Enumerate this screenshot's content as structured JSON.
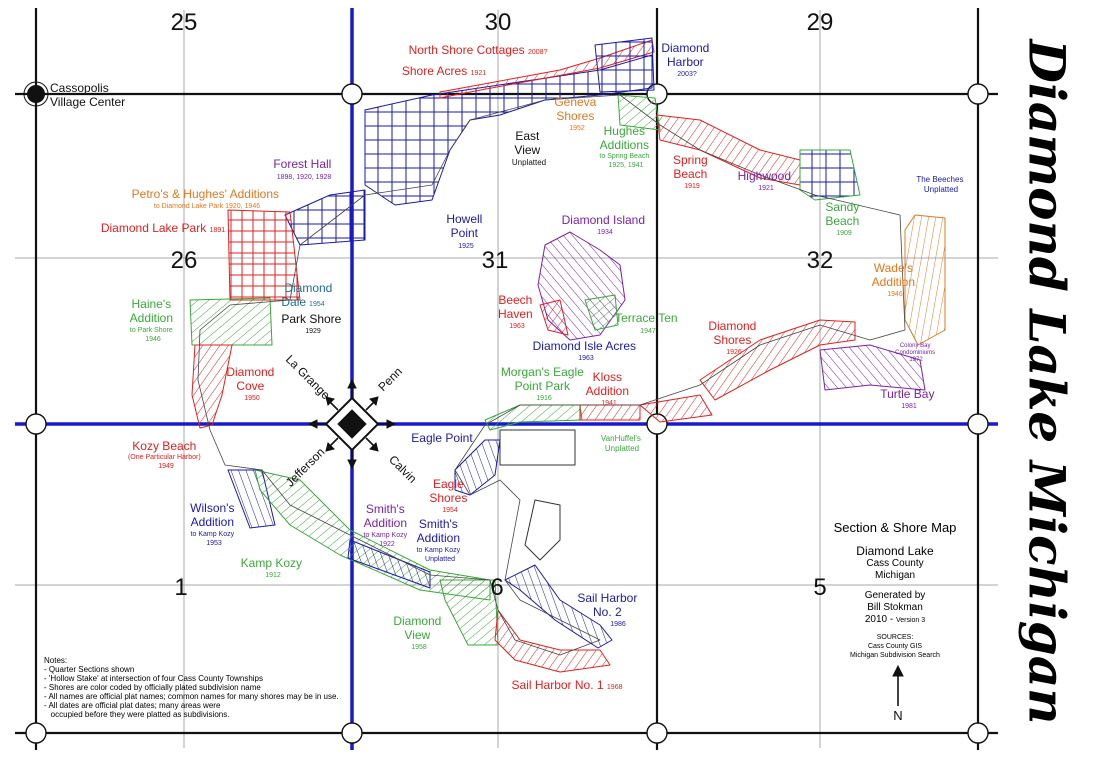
{
  "title": "Diamond Lake Michigan",
  "sections": [
    "25",
    "30",
    "29",
    "26",
    "31",
    "32",
    "1",
    "6",
    "5"
  ],
  "cassopolis": [
    "Cassopolis",
    "Village Center"
  ],
  "compass": {
    "nw": "La Grange",
    "ne": "Penn",
    "sw": "Jefferson",
    "se": "Calvin"
  },
  "north_label": "N",
  "labels": {
    "nsc_name": "North Shore Cottages",
    "nsc_year": "2008?",
    "sa_name": "Shore Acres",
    "sa_year": "1921",
    "dh_1": "Diamond",
    "dh_2": "Harbor",
    "dh_year": "2003?",
    "gs_1": "Geneva",
    "gs_2": "Shores",
    "gs_year": "1952",
    "ev_1": "East",
    "ev_2": "View",
    "ev_3": "Unplatted",
    "ha_1": "Hughes",
    "ha_2": "Additions",
    "ha_3": "to Spring Beach",
    "ha_4": "1925, 1941",
    "sb_1": "Spring",
    "sb_2": "Beach",
    "sb_year": "1919",
    "hw_name": "Highwood",
    "hw_year": "1921",
    "tb_1": "The Beeches",
    "tb_2": "Unplatted",
    "fh_name": "Forest Hall",
    "fh_years": "1898, 1920, 1928",
    "ph_name": "Petro's & Hughes' Additions",
    "ph_sub": "to Diamond Lake Park 1920, 1946",
    "sdb_1": "Sandy",
    "sdb_2": "Beach",
    "sdb_year": "1909",
    "dlp_name": "Diamond Lake Park",
    "dlp_year": "1891",
    "hp_1": "Howell",
    "hp_2": "Point",
    "hp_year": "1925",
    "di_name": "Diamond Island",
    "di_year": "1934",
    "wa_1": "Wade's",
    "wa_2": "Addition",
    "wa_year": "1946",
    "dd_1": "Diamond",
    "dd_2": "Dale",
    "dd_year": "1954",
    "ps_name": "Park Shore",
    "ps_year": "1929",
    "hai_1": "Haine's",
    "hai_2": "Addition",
    "hai_3": "to Park Shore",
    "hai_year": "1946",
    "bh_1": "Beech",
    "bh_2": "Haven",
    "bh_year": "1963",
    "tt_name": "Terrace Ten",
    "tt_year": "1947",
    "ds_1": "Diamond",
    "ds_2": "Shores",
    "ds_year": "1926",
    "cb_1": "Colony Bay",
    "cb_2": "Condominiums",
    "cb_3": "1972",
    "dia_name": "Diamond Isle Acres",
    "dia_year": "1963",
    "dc_1": "Diamond",
    "dc_2": "Cove",
    "dc_year": "1950",
    "me_1": "Morgan's Eagle",
    "me_2": "Point Park",
    "me_year": "1916",
    "ka_1": "Kloss",
    "ka_2": "Addition",
    "ka_year": "1941",
    "tub_name": "Turtle Bay",
    "tub_year": "1981",
    "ep_name": "Eagle Point",
    "vh_1": "VanHuffel's",
    "vh_2": "Unplatted",
    "kb_name": "Kozy Beach",
    "kb_sub": "(One Particular Harbor)",
    "kb_year": "1949",
    "es_1": "Eagle",
    "es_2": "Shores",
    "es_year": "1954",
    "wi_1": "Wilson's",
    "wi_2": "Addition",
    "wi_3": "to Kamp Kozy",
    "wi_year": "1953",
    "sm1_1": "Smith's",
    "sm1_2": "Addition",
    "sm1_3": "to Kamp Kozy",
    "sm1_year": "1922",
    "sm2_1": "Smith's",
    "sm2_2": "Addition",
    "sm2_3": "to Kamp Kozy",
    "sm2_4": "Unplatted",
    "kk_name": "Kamp Kozy",
    "kk_year": "1912",
    "sh2_1": "Sail Harbor",
    "sh2_2": "No. 2",
    "sh2_year": "1986",
    "dv_1": "Diamond",
    "dv_2": "View",
    "dv_year": "1958",
    "sh1_name": "Sail Harbor No. 1",
    "sh1_year": "1968"
  },
  "notes": [
    "Notes:",
    "- Quarter Sections shown",
    "- 'Hollow Stake' at intersection of four Cass County Townships",
    "- Shores are color coded by officially plated subdivision name",
    "- All names are official plat names; common names for many shores may be in use.",
    "- All dates are official plat dates; many areas were",
    "   occupied before they were platted as subdivisions."
  ],
  "info": {
    "heading": "Section & Shore Map",
    "lake": "Diamond Lake",
    "county": "Cass County",
    "state": "Michigan",
    "gen_by": "Generated by",
    "author": "Bill Stokman",
    "year": "2010 -",
    "version": "Version 3",
    "sources_title": "SOURCES:",
    "source1": "Cass County GIS",
    "source2": "Michigan Subdivision Search"
  },
  "colors": {
    "red": "#e02020",
    "blue": "#1a1aa8",
    "orange": "#e07820",
    "green": "#3aa83a",
    "purple": "#7a22a8",
    "teal": "#1f6e8a",
    "township_line": "#1a1acc"
  }
}
